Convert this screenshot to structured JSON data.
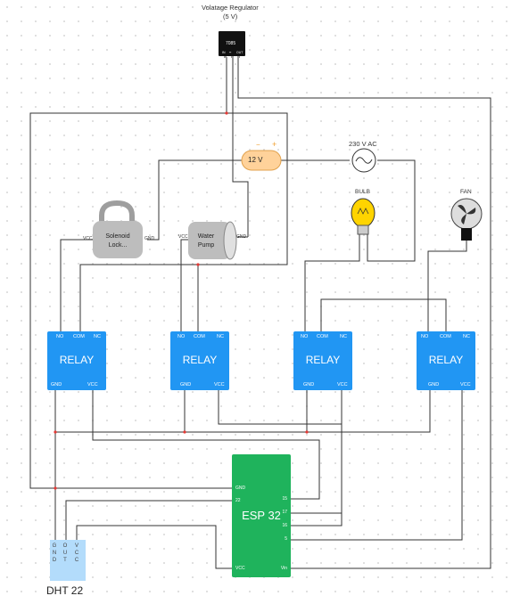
{
  "regulator": {
    "title": "Volatage Regulator",
    "subtitle": "(5 V)",
    "chip": "7085",
    "pin_in": "IN",
    "pin_gnd": "━",
    "pin_out": "OUT"
  },
  "battery": {
    "label": "12 V",
    "minus": "−",
    "plus": "+"
  },
  "ac_source": {
    "label": "230 V AC"
  },
  "bulb": {
    "label": "BULB"
  },
  "fan": {
    "label": "FAN"
  },
  "solenoid": {
    "line1": "Solenoid",
    "line2": "Lock...",
    "vcc": "VCC",
    "gnd": "GND"
  },
  "pump": {
    "line1": "Water",
    "line2": "Pump",
    "vcc": "VCC",
    "gnd": "GND"
  },
  "relays": [
    {
      "title": "RELAY",
      "no": "NO",
      "com": "COM",
      "nc": "NC",
      "gnd": "GND",
      "vcc": "VCC"
    },
    {
      "title": "RELAY",
      "no": "NO",
      "com": "COM",
      "nc": "NC",
      "gnd": "GND",
      "vcc": "VCC"
    },
    {
      "title": "RELAY",
      "no": "NO",
      "com": "COM",
      "nc": "NC",
      "gnd": "GND",
      "vcc": "VCC"
    },
    {
      "title": "RELAY",
      "no": "NO",
      "com": "COM",
      "nc": "NC",
      "gnd": "GND",
      "vcc": "VCC"
    }
  ],
  "esp": {
    "title": "ESP 32",
    "left_pins": [
      "GND",
      "22",
      "VCC"
    ],
    "right_pins": [
      "15",
      "17",
      "16",
      "5",
      "Vin"
    ]
  },
  "dht": {
    "label": "DHT 22",
    "col1": [
      "G",
      "N",
      "D"
    ],
    "col2": [
      "O",
      "U",
      "T"
    ],
    "col3": [
      "V",
      "C",
      "C"
    ]
  },
  "colors": {
    "relay": "#2196f3",
    "esp": "#1fb35c",
    "dht": "#b3dcfb",
    "wire": "#333333",
    "junction": "#e53935"
  }
}
